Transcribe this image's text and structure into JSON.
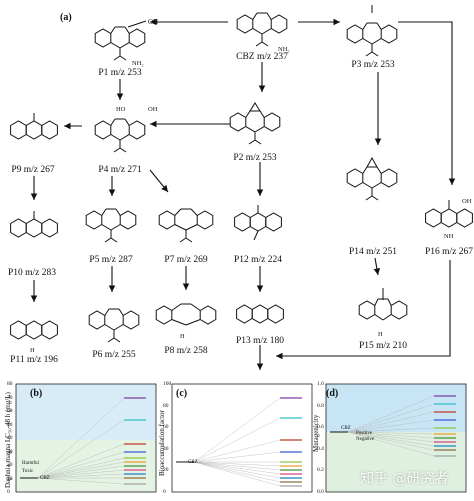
{
  "figure": {
    "panel_a": "(a)",
    "panel_b": "(b)",
    "panel_c": "(c)",
    "panel_d": "(d)"
  },
  "compounds": [
    {
      "id": "cbz",
      "label": "CBZ m/z 237"
    },
    {
      "id": "p1",
      "label": "P1 m/z 253"
    },
    {
      "id": "p2",
      "label": "P2 m/z 253"
    },
    {
      "id": "p3",
      "label": "P3 m/z 253"
    },
    {
      "id": "p4",
      "label": "P4 m/z 271"
    },
    {
      "id": "p5",
      "label": "P5 m/z 287"
    },
    {
      "id": "p6",
      "label": "P6 m/z 255"
    },
    {
      "id": "p7",
      "label": "P7 m/z 269"
    },
    {
      "id": "p8",
      "label": "P8 m/z 258"
    },
    {
      "id": "p9",
      "label": "P9 m/z 267"
    },
    {
      "id": "p10",
      "label": "P10 m/z 283"
    },
    {
      "id": "p11",
      "label": "P11 m/z 196"
    },
    {
      "id": "p12",
      "label": "P12 m/z 224"
    },
    {
      "id": "p13",
      "label": "P13 m/z 180"
    },
    {
      "id": "p14",
      "label": "P14 m/z 251"
    },
    {
      "id": "p15",
      "label": "P15 m/z 210"
    },
    {
      "id": "p16",
      "label": "P16 m/z 267"
    }
  ],
  "chemistry_text": {
    "oh": "OH",
    "nh2": "NH₂",
    "nh": "NH",
    "h": "H",
    "ho": "HO",
    "n": "N",
    "o": "O"
  },
  "panels": {
    "b": {
      "ylabel": "Daphnia magna LC₅₀-48 h (mg/L)",
      "ticks": [
        "0",
        "10",
        "20",
        "30",
        "40",
        "50",
        "60",
        "70",
        "80"
      ],
      "annotations": [
        "Harmful",
        "Toxic",
        "CBZ"
      ]
    },
    "c": {
      "ylabel": "Bioaccumulation factor",
      "ticks": [
        "0",
        "20",
        "40",
        "60",
        "80",
        "100"
      ],
      "annotations": [
        "CBZ"
      ]
    },
    "d": {
      "ylabel": "Mutagenicity",
      "ticks": [
        "0.0",
        "0.2",
        "0.4",
        "0.6",
        "0.8",
        "1.0"
      ],
      "annotations": [
        "Positive",
        "Negative",
        "CBZ"
      ]
    }
  },
  "colors": {
    "panel_b_bg_top": "#d8ecf7",
    "panel_b_bg_bottom": "#e4f3e4",
    "panel_d_bg_top": "#c7e5f5",
    "panel_d_bg_bottom": "#dff0e0",
    "line_colors": [
      "#7b3fa0",
      "#35c0c8",
      "#c0392b",
      "#3b5bd6",
      "#8dc63f",
      "#e5a12b",
      "#4a8f3a",
      "#d9467a",
      "#1e7fbf",
      "#8a6d3b",
      "#a0a0a0"
    ]
  },
  "watermark": "知乎 @研究者"
}
